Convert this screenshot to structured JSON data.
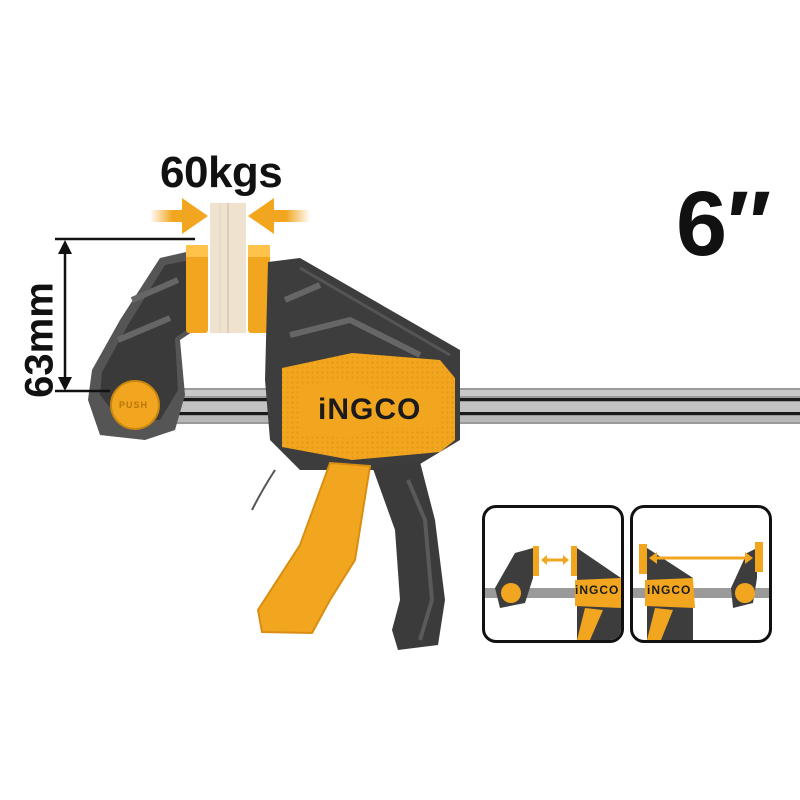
{
  "product": {
    "brand": "INGCO",
    "brand_display": "iNGCO",
    "clamp_force": "60kgs",
    "size": "6″",
    "throat_depth": "63mm",
    "release_button_label": "PUSH"
  },
  "thumbnails": [
    {
      "name": "clamping-mode",
      "brand_display": "iNGCO",
      "arrow": "short double arrow between jaws"
    },
    {
      "name": "spreading-mode",
      "brand_display": "iNGCO",
      "arrow": "long double arrow across reversed jaws"
    }
  ],
  "colors": {
    "accent_orange": "#F2A51E",
    "body_dark": "#3A3A3A",
    "bar_gray": "#B5B5B5",
    "text": "#111111",
    "wood": "#EFE3CF"
  }
}
